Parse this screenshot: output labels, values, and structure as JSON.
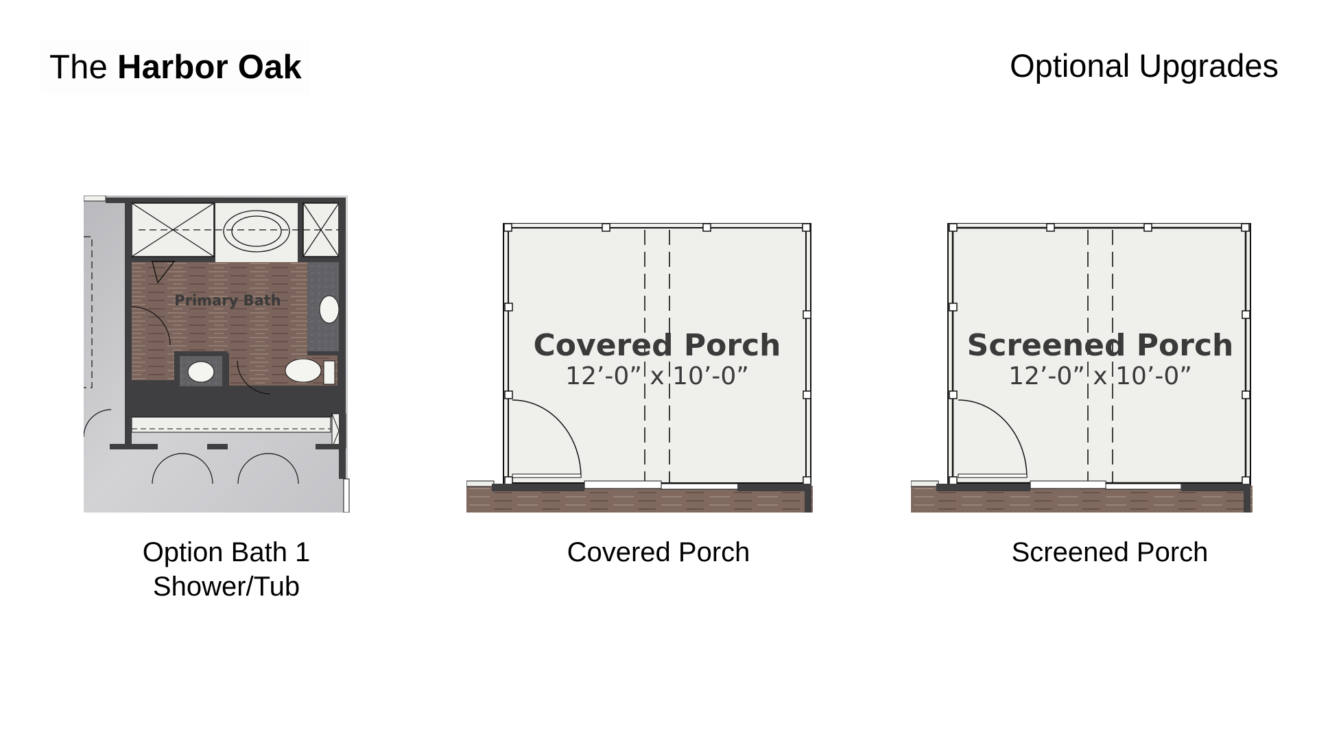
{
  "header": {
    "title_prefix": "The",
    "title_name": "Harbor Oak",
    "subtitle": "Optional Upgrades"
  },
  "options": [
    {
      "id": "bath",
      "caption_line1": "Option Bath 1",
      "caption_line2": "Shower/Tub",
      "room_label": "Primary Bath"
    },
    {
      "id": "covered-porch",
      "caption_line1": "Covered Porch",
      "room_label": "Covered Porch",
      "dimensions": "12’-0” x 10’-0”"
    },
    {
      "id": "screened-porch",
      "caption_line1": "Screened Porch",
      "room_label": "Screened Porch",
      "dimensions": "12’-0” x 10’-0”"
    }
  ],
  "colors": {
    "wall": "#3f3f42",
    "wood_floor": "#7d665d",
    "porch_floor": "#efefeb",
    "tile_floor": "#6a6a6e",
    "exterior_floor": "#c7c7ca"
  }
}
